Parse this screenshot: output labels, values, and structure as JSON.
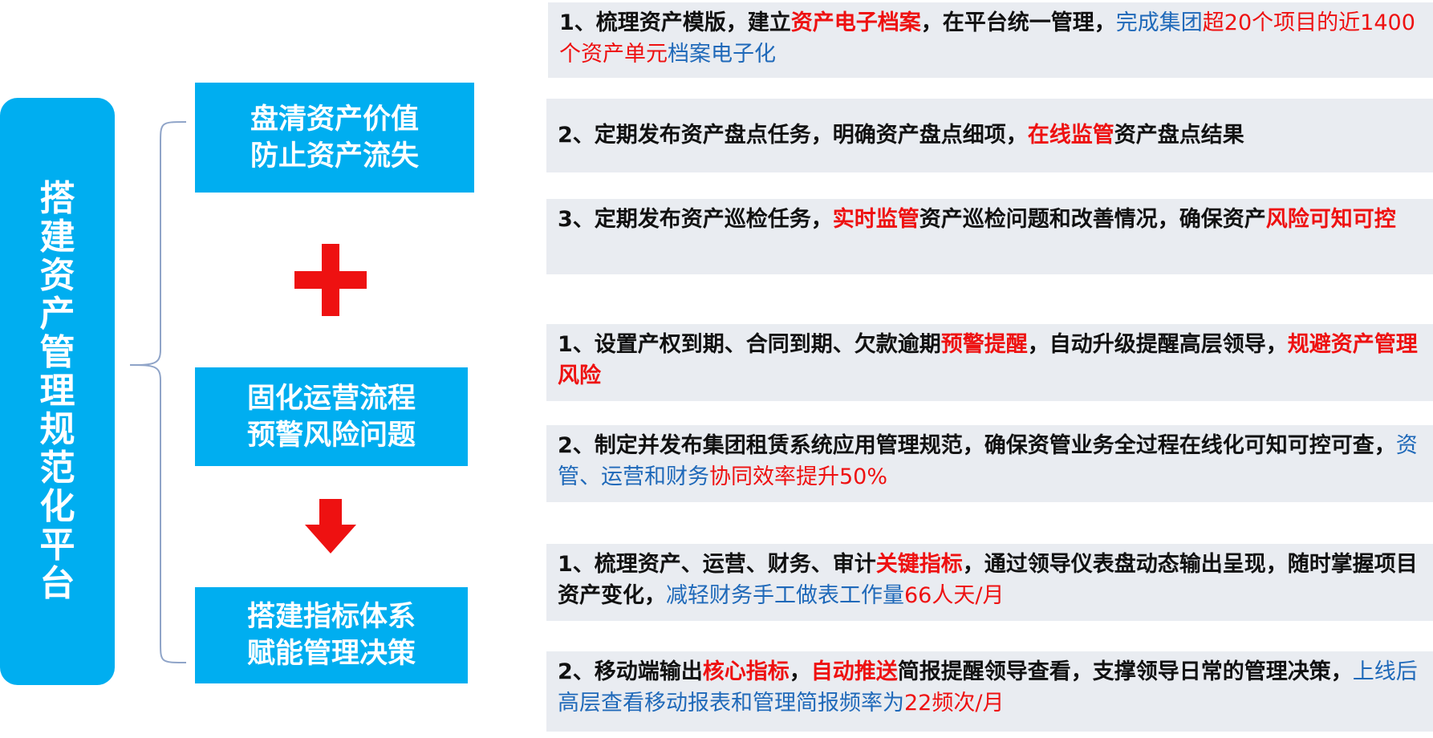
{
  "left_title": [
    "搭",
    "建",
    "资",
    "产",
    "管",
    "理",
    "规",
    "范",
    "化",
    "平",
    "台"
  ],
  "colors": {
    "accent_blue": "#00aef0",
    "red": "#ee1111",
    "text_blue": "#1f69b9",
    "panel_gray": "#e9ecf1"
  },
  "boxes": [
    {
      "line1": "盘清资产价值",
      "line2": "防止资产流失"
    },
    {
      "line1": "固化运营流程",
      "line2": "预警风险问题"
    },
    {
      "line1": "搭建指标体系",
      "line2": "赋能管理决策"
    }
  ],
  "connectors": {
    "plus": "plus-icon",
    "arrow": "arrow-down-icon"
  },
  "items": [
    {
      "segments": [
        {
          "text": "1、梳理资产模版，建立",
          "style": "n"
        },
        {
          "text": "资产电子档案",
          "style": "red"
        },
        {
          "text": "，在平台统一管理，",
          "style": "n"
        },
        {
          "text": "完成集团",
          "style": "blue"
        },
        {
          "text": "超20个项目的近1400个资产单元",
          "style": "bred"
        },
        {
          "text": "档案电子化",
          "style": "blue"
        }
      ]
    },
    {
      "segments": [
        {
          "text": "2、定期发布资产盘点任务，明确资产盘点细项，",
          "style": "n"
        },
        {
          "text": "在线监管",
          "style": "red"
        },
        {
          "text": "资产盘点结果",
          "style": "n"
        }
      ]
    },
    {
      "segments": [
        {
          "text": "3、定期发布资产巡检任务，",
          "style": "n"
        },
        {
          "text": "实时监管",
          "style": "red"
        },
        {
          "text": "资产巡检问题和改善情况，确保资产",
          "style": "n"
        },
        {
          "text": "风险可知可控",
          "style": "red"
        }
      ]
    },
    {
      "segments": [
        {
          "text": "1、设置产权到期、合同到期、欠款逾期",
          "style": "n"
        },
        {
          "text": "预警提醒",
          "style": "red"
        },
        {
          "text": "，自动升级提醒高层领导，",
          "style": "n"
        },
        {
          "text": "规避资产管理风险",
          "style": "red"
        }
      ]
    },
    {
      "segments": [
        {
          "text": "2、制定并发布集团租赁系统应用管理规范，确保资管业务全过程在线化可知可控可查，",
          "style": "n"
        },
        {
          "text": "资管、运营和财务",
          "style": "blue"
        },
        {
          "text": "协同效率提升50%",
          "style": "bred"
        }
      ]
    },
    {
      "segments": [
        {
          "text": "1、梳理资产、运营、财务、审计",
          "style": "n"
        },
        {
          "text": "关键指标",
          "style": "red"
        },
        {
          "text": "，通过领导仪表盘动态输出呈现，随时掌握项目资产变化，",
          "style": "n"
        },
        {
          "text": "减轻财务手工做表工作量",
          "style": "blue"
        },
        {
          "text": "66人天/月",
          "style": "bred"
        }
      ]
    },
    {
      "segments": [
        {
          "text": "2、移动端输出",
          "style": "n"
        },
        {
          "text": "核心指标",
          "style": "red"
        },
        {
          "text": "，",
          "style": "n"
        },
        {
          "text": "自动推送",
          "style": "red"
        },
        {
          "text": "简报提醒领导查看，支撑领导日常的管理决策，",
          "style": "n"
        },
        {
          "text": "上线后高层查看移动报表和管理简报频率为",
          "style": "blue"
        },
        {
          "text": "22频次/月",
          "style": "bred"
        }
      ]
    }
  ]
}
